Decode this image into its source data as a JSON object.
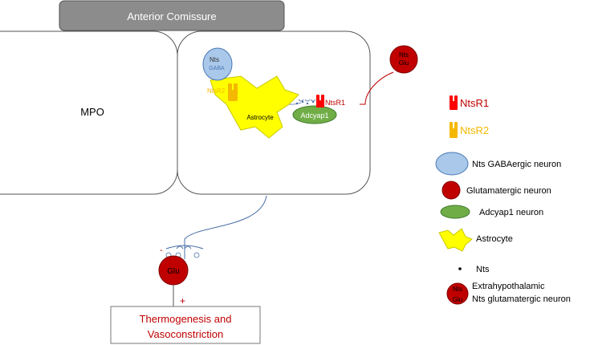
{
  "header": {
    "label": "Anterior Comissure"
  },
  "regions": {
    "mpo": "MPO"
  },
  "cells": {
    "nts_gaba_line1": "Nts",
    "nts_gaba_line2": "GABA",
    "astrocyte": "Astrocyte",
    "adcyap1": "Adcyap1",
    "ntsr1": "NtsR1",
    "ntsr2": "NtsR2",
    "nts_glu_line1": "Nts",
    "nts_glu_line2": "Glu",
    "glu": "Glu",
    "minus": "-",
    "plus": "+"
  },
  "output": {
    "line1": "Thermogenesis and",
    "line2": "Vasoconstriction"
  },
  "legend": {
    "ntsr1": "NtsR1",
    "ntsr2": "NtsR2",
    "gaba_neuron": "Nts GABAergic neuron",
    "glut_neuron": "Glutamatergic neuron",
    "adcyap1_neuron": "Adcyap1 neuron",
    "astrocyte": "Astrocyte",
    "nts": "Nts",
    "extra_line1": "Extrahypothalamic",
    "extra_line2": "Nts glutamatergic neuron",
    "extra_icon_line1": "Nts",
    "extra_icon_line2": "Glu"
  },
  "colors": {
    "header_fill": "#8c8c8c",
    "red": "#c00000",
    "ntsr1": "#ff0000",
    "ntsr2": "#f5b800",
    "gaba_fill": "#a9c8ea",
    "gaba_stroke": "#4a78b4",
    "adcyap1_fill": "#70ad47",
    "adcyap1_stroke": "#3f7a2a",
    "astrocyte_fill": "#ffff00",
    "astrocyte_stroke": "#c8c800",
    "axon": "#4a70a8"
  }
}
